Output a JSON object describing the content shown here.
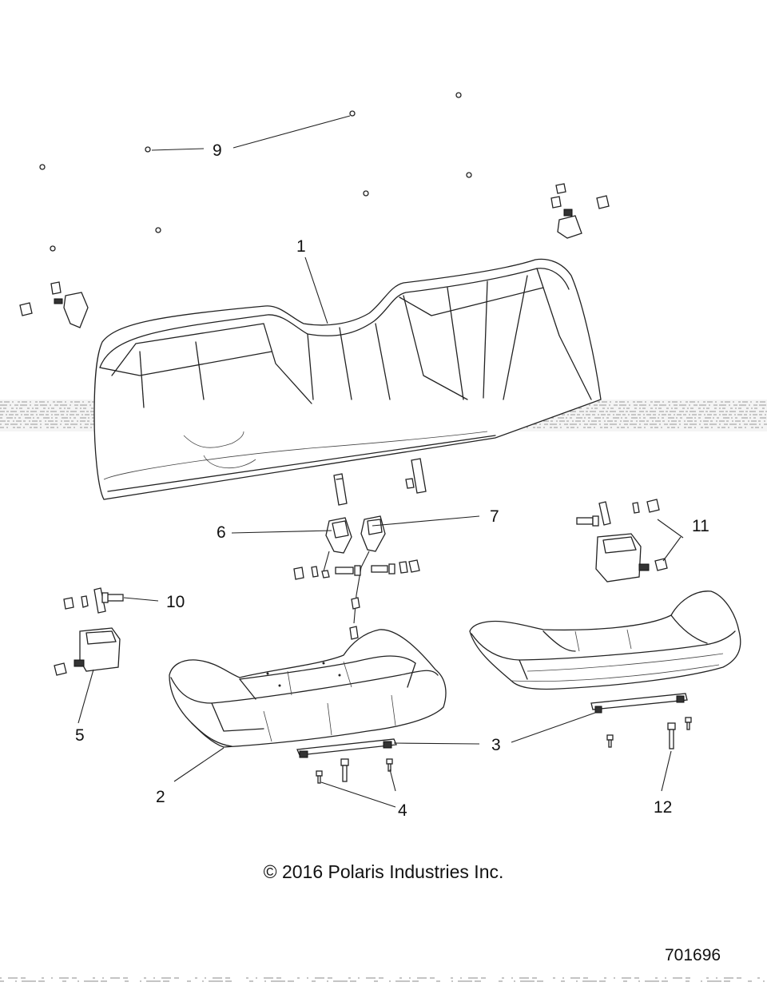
{
  "callouts": {
    "c1": "1",
    "c2": "2",
    "c3": "3",
    "c4": "4",
    "c5": "5",
    "c6": "6",
    "c7": "7",
    "c9": "9",
    "c10": "10",
    "c11": "11",
    "c12": "12"
  },
  "copyright": "© 2016 Polaris Industries Inc.",
  "drawing_number": "701696"
}
